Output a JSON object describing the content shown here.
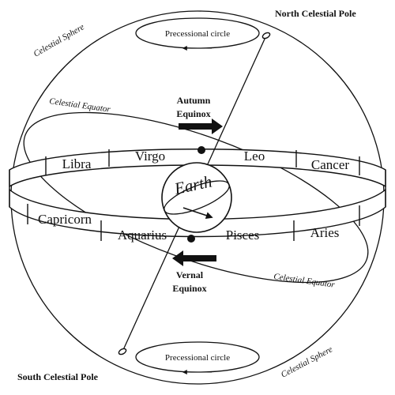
{
  "labels": {
    "north_pole": "North Celestial Pole",
    "south_pole": "South Celestial Pole",
    "sphere_top": "Celestial Sphere",
    "sphere_bottom": "Celestial Sphere",
    "equator_top": "Celestial Equator",
    "equator_bottom": "Celestial Equator",
    "precessional_top": "Precessional circle",
    "precessional_bottom": "Precessional circle",
    "autumn_1": "Autumn",
    "autumn_2": "Equinox",
    "vernal_1": "Vernal",
    "vernal_2": "Equinox",
    "earth": "Earth"
  },
  "zodiac": {
    "back": [
      "Libra",
      "Virgo",
      "Leo",
      "Cancer"
    ],
    "front": [
      "Capricorn",
      "Aquarius",
      "Pisces",
      "Aries"
    ]
  }
}
